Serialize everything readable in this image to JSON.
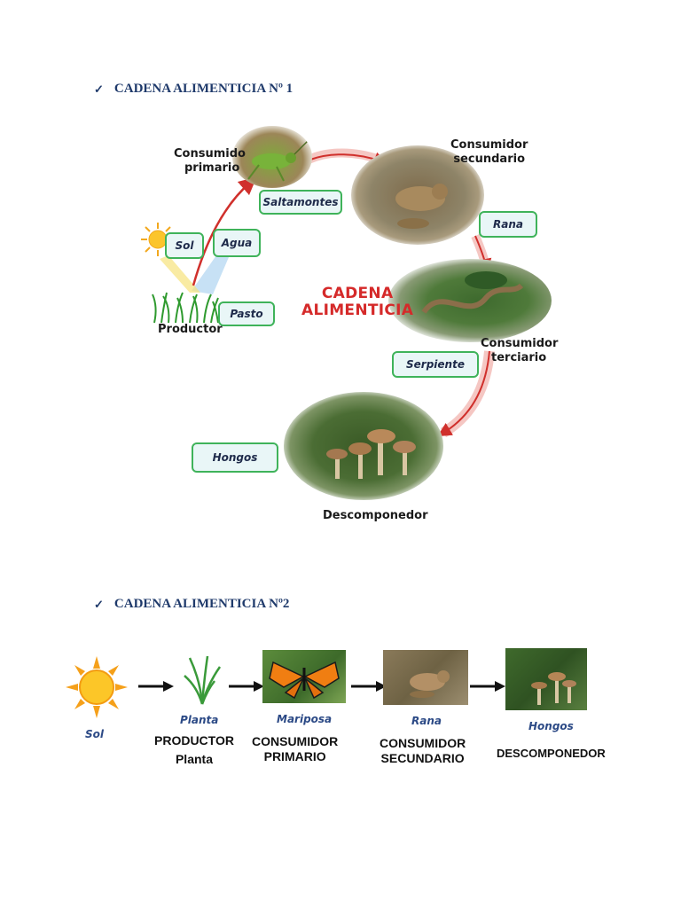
{
  "section1": {
    "check": "✓",
    "title": "CADENA ALIMENTICIA Nº 1",
    "center_title_line1": "CADENA",
    "center_title_line2": "ALIMENTICIA",
    "roles": {
      "primary_line1": "Consumido",
      "primary_line2": "primario",
      "secondary_line1": "Consumidor",
      "secondary_line2": "secundario",
      "tertiary_line1": "Consumidor",
      "tertiary_line2": "terciario",
      "producer": "Productor",
      "decomposer": "Descomponedor"
    },
    "labels": {
      "sol": "Sol",
      "agua": "Agua",
      "pasto": "Pasto",
      "saltamontes": "Saltamontes",
      "rana": "Rana",
      "serpiente": "Serpiente",
      "hongos": "Hongos"
    }
  },
  "section2": {
    "check": "✓",
    "title": "CADENA ALIMENTICIA Nº2",
    "names": {
      "sol": "Sol",
      "planta": "Planta",
      "mariposa": "Mariposa",
      "rana": "Rana",
      "hongos": "Hongos"
    },
    "roles": {
      "productor": "PRODUCTOR",
      "productor_sub": "Planta",
      "primario_line1": "CONSUMIDOR",
      "primario_line2": "PRIMARIO",
      "secundario_line1": "CONSUMIDOR",
      "secundario_line2": "SECUNDARIO",
      "descomponedor": "DESCOMPONEDOR"
    }
  },
  "colors": {
    "heading": "#1f3a6b",
    "label_border": "#3fb35a",
    "label_fill": "#e9f6f7",
    "arrow_red": "#d0302c",
    "cadena_red": "#d52a2a"
  }
}
